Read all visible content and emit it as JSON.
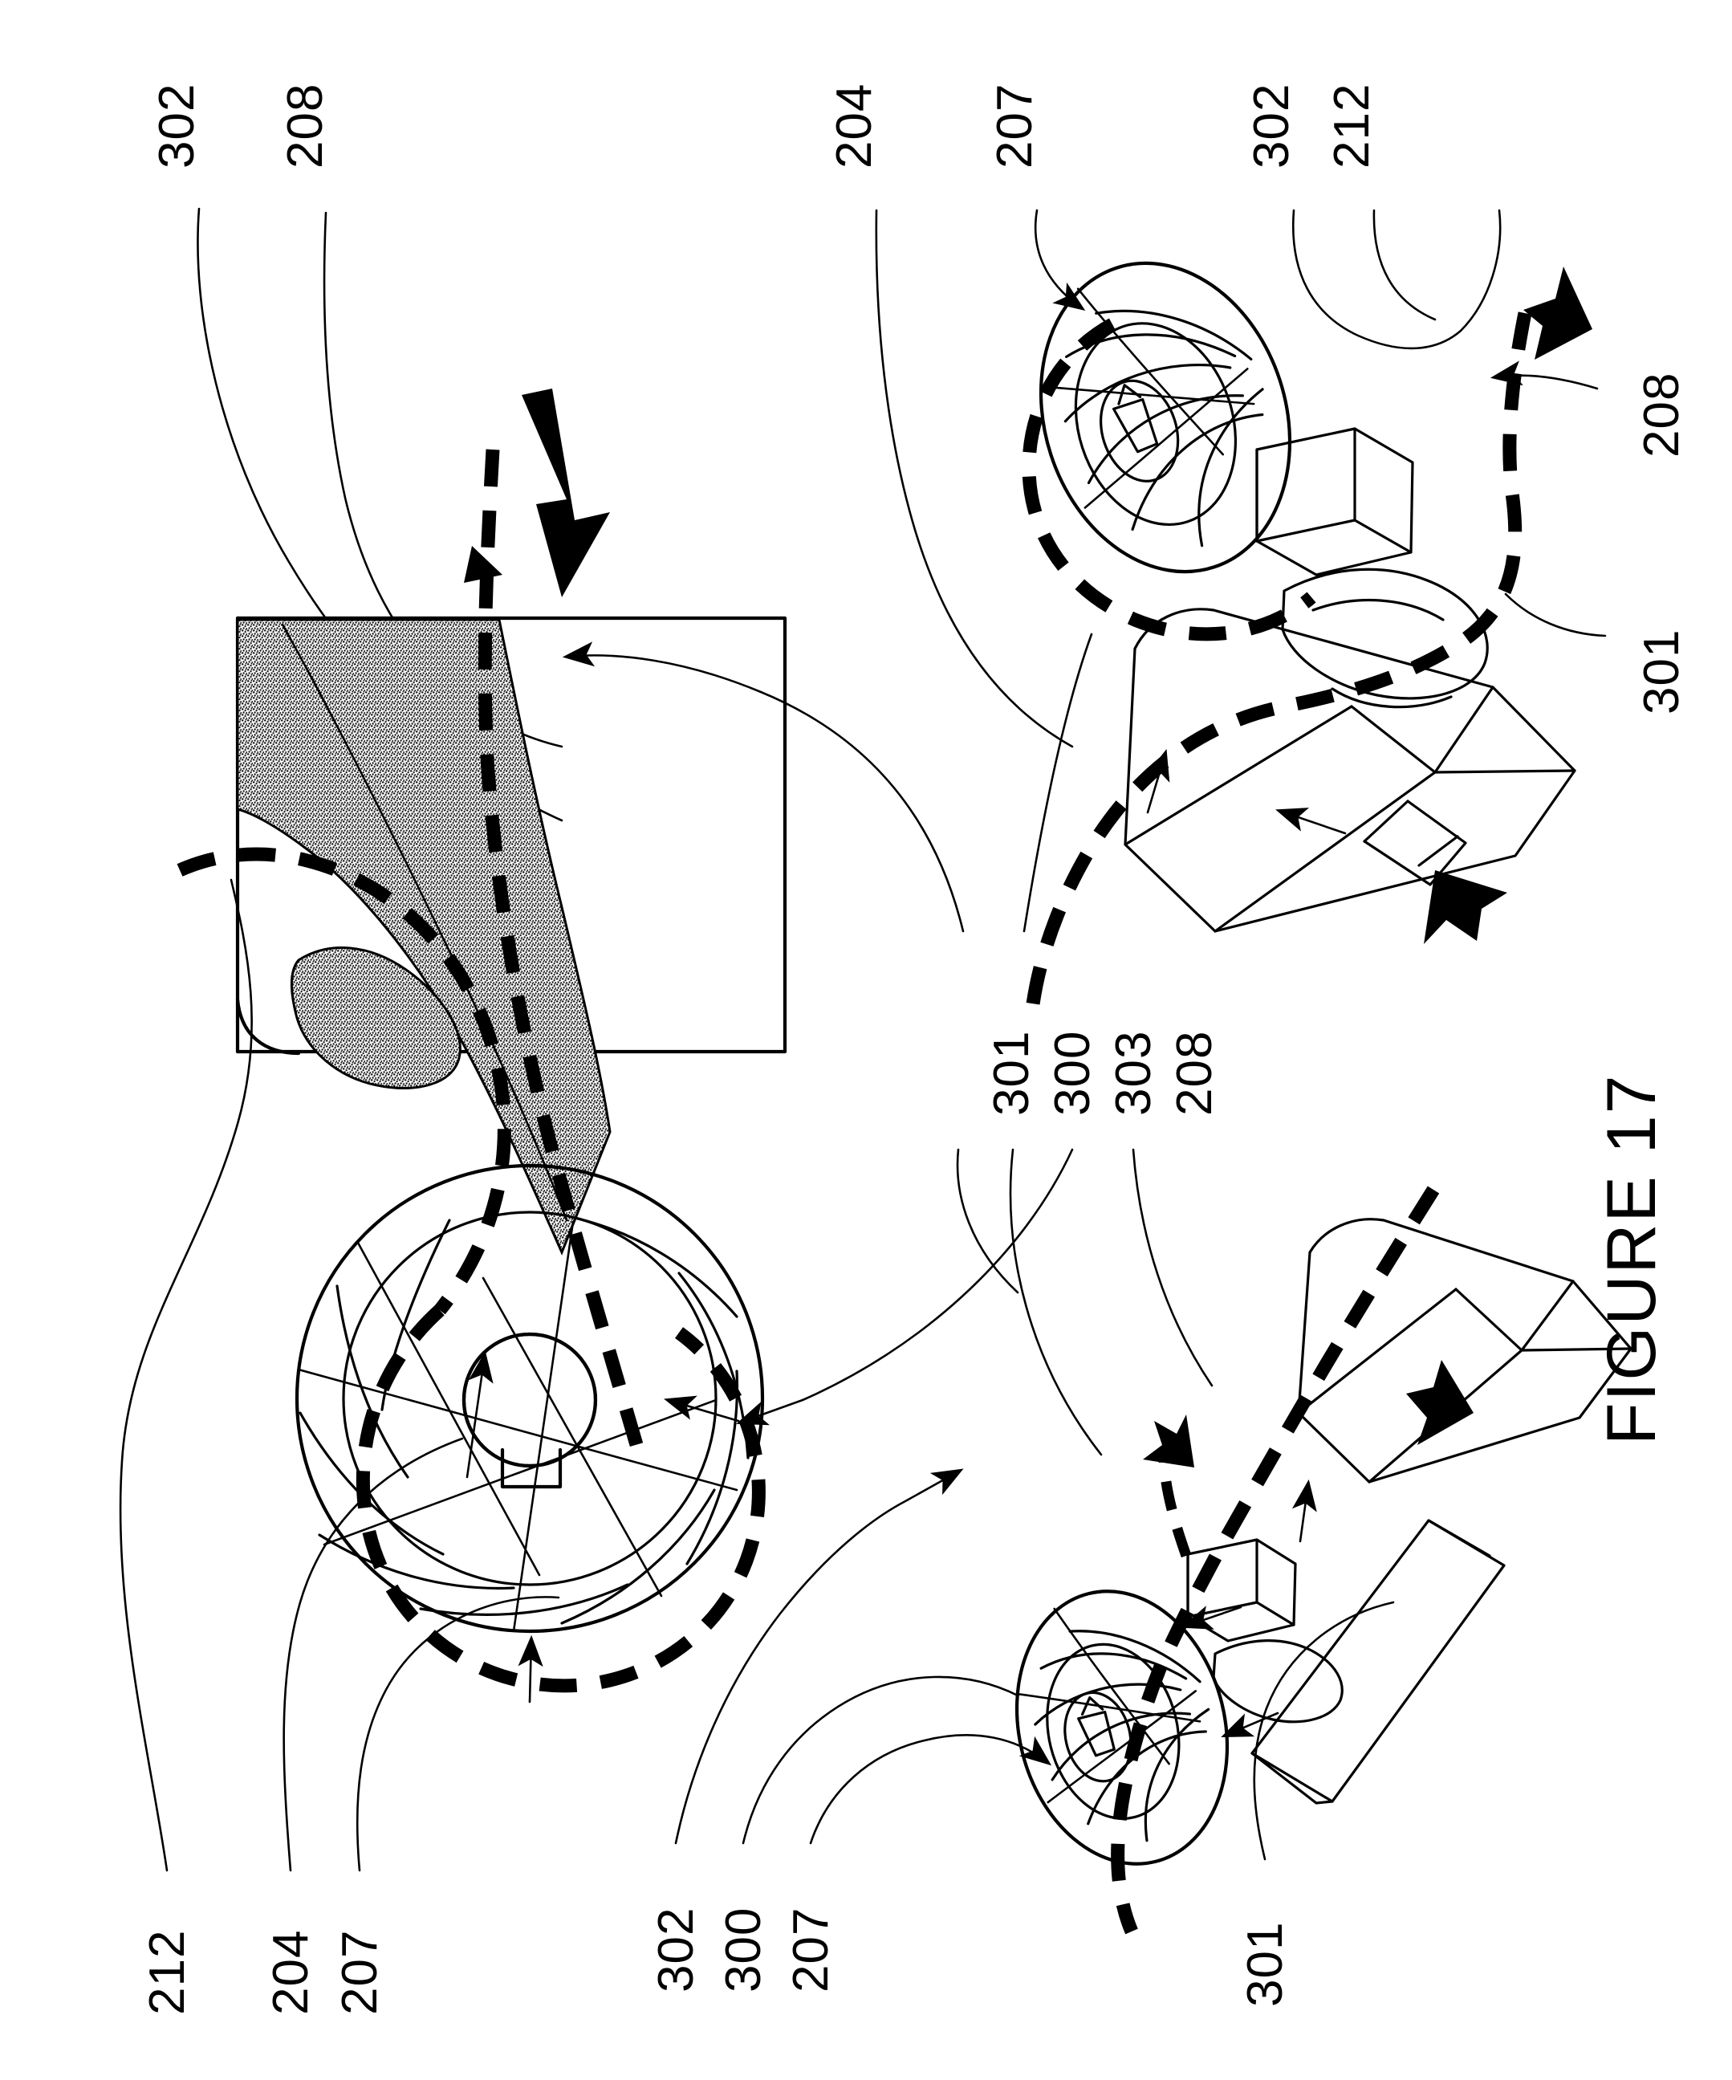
{
  "figure": {
    "title": "FIGURE 17",
    "sheet_background": "#ffffff",
    "ink_color": "#000000"
  },
  "labels": {
    "top_left": [
      {
        "id": "l-302-tl",
        "text": "302"
      },
      {
        "id": "l-208-tl",
        "text": "208"
      }
    ],
    "top_right": [
      {
        "id": "l-204-tr",
        "text": "204"
      },
      {
        "id": "l-207-tr",
        "text": "207"
      },
      {
        "id": "l-302-tr",
        "text": "302"
      },
      {
        "id": "l-212-tr",
        "text": "212"
      }
    ],
    "right_edge": [
      {
        "id": "l-208-r",
        "text": "208"
      },
      {
        "id": "l-301-r",
        "text": "301"
      }
    ],
    "center_column": [
      {
        "id": "l-301-c",
        "text": "301"
      },
      {
        "id": "l-300-c",
        "text": "300"
      },
      {
        "id": "l-303-c",
        "text": "303"
      },
      {
        "id": "l-208-c",
        "text": "208"
      }
    ],
    "bottom_left": [
      {
        "id": "l-212-bl",
        "text": "212"
      },
      {
        "id": "l-204-bl",
        "text": "204"
      },
      {
        "id": "l-207-bl",
        "text": "207"
      }
    ],
    "bottom_center": [
      {
        "id": "l-302-bc",
        "text": "302"
      },
      {
        "id": "l-300-bc",
        "text": "300"
      },
      {
        "id": "l-207-bc",
        "text": "207"
      }
    ],
    "bottom_right": [
      {
        "id": "l-301-br",
        "text": "301"
      }
    ]
  },
  "views": {
    "main_section": {
      "name": "impeller-cross-section-view",
      "description": "Large sectional view of impeller with stippled cross-hatched body, curved blades, keyed hub bore and thick dashed airflow path"
    },
    "iso_upper": {
      "name": "isometric-assembly-upper",
      "description": "Isometric view of impeller wheel with housing duct, thick dashed airflow path and solid direction arrow"
    },
    "iso_lower": {
      "name": "isometric-assembly-lower",
      "description": "Second isometric view of impeller wheel with rectangular duct body and dashed airflow path"
    }
  },
  "annotations": {
    "flow_path_style": "thick-dashed-line",
    "direction_arrow_style": "solid-filled-arrow"
  }
}
